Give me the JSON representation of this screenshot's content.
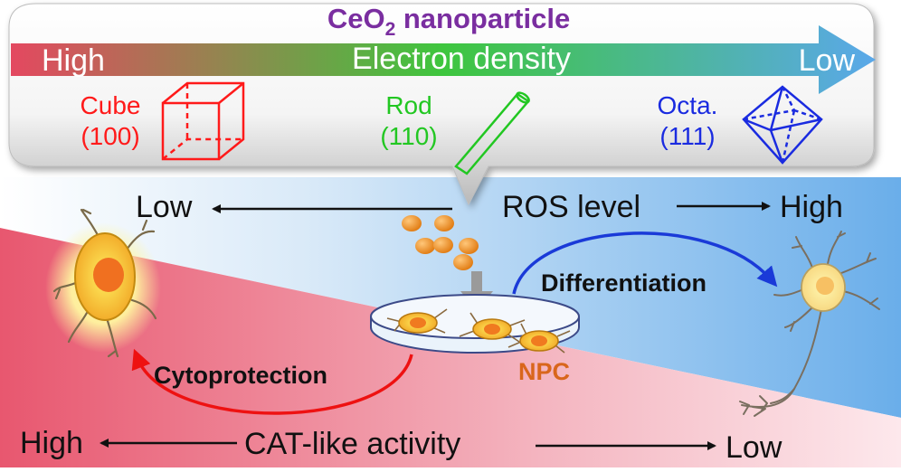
{
  "colors": {
    "title": "#7a2ea0",
    "high_red": "#e44860",
    "mid_green": "#3ec63e",
    "low_blue": "#5aa8ea",
    "cube": "#ff1a1a",
    "rod": "#22c722",
    "octa": "#1a2be0",
    "nanoparticle": "#ee8a1c",
    "npc": "#d9661c",
    "cytoprotection_arrow": "#ee1111",
    "differentiation_arrow": "#1a3ad8"
  },
  "header": {
    "title_prefix": "CeO",
    "title_subscript": "2",
    "title_suffix": " nanoparticle",
    "gradient_left": "High",
    "gradient_label": "Electron density",
    "gradient_right": "Low"
  },
  "shapes": {
    "cube": {
      "name": "Cube",
      "facet": "(100)",
      "icon": "cube-wireframe-icon"
    },
    "rod": {
      "name": "Rod",
      "facet": "(110)",
      "icon": "rod-icon"
    },
    "octa": {
      "name": "Octa.",
      "facet": "(111)",
      "icon": "octahedron-wireframe-icon"
    }
  },
  "ros": {
    "label": "ROS level",
    "left": "Low",
    "right": "High"
  },
  "process": {
    "differentiation": "Differentiation",
    "cytoprotection": "Cytoprotection",
    "npc": "NPC"
  },
  "cat": {
    "label": "CAT-like activity",
    "left": "High",
    "right": "Low"
  }
}
